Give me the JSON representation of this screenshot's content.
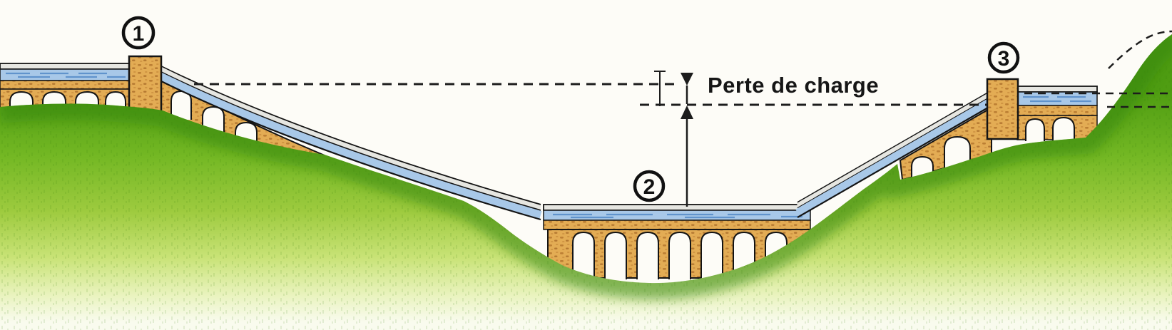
{
  "diagram": {
    "title_note": "Cross-section of an aqueduct inverted siphon crossing a valley",
    "annotation": {
      "head_loss_label": "Perte de charge"
    },
    "markers": [
      {
        "number": "1"
      },
      {
        "number": "2"
      },
      {
        "number": "3"
      }
    ],
    "colors": {
      "background": "#fdfcf7",
      "water_blue": "#a8c8e8",
      "water_wave_stroke": "#6093cc",
      "slab_gray": "#e6e6e1",
      "masonry_tan": "#e3ac54",
      "masonry_speckle": "#b5772e",
      "grass_dark_green": "#4f9d12",
      "grass_light_green": "#c9e377",
      "outline_black": "#141414",
      "annotation_black": "#1c1c1c"
    }
  }
}
